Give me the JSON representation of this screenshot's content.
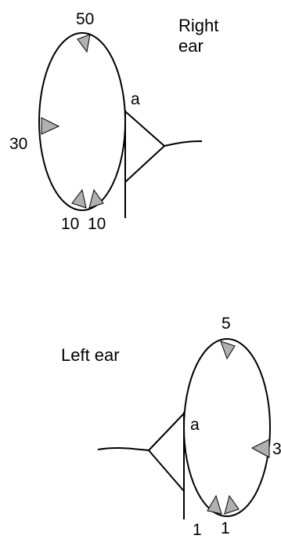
{
  "right_ear": {
    "title": "Right ear",
    "label_top": "50",
    "label_left": "30",
    "label_bottom_left": "10",
    "label_bottom_right": "10",
    "label_branch": "a"
  },
  "left_ear": {
    "title": "Left ear",
    "label_top": "5",
    "label_right": "3",
    "label_bottom_left": "1",
    "label_bottom_right": "1",
    "label_branch": "a"
  },
  "colors": {
    "stroke": "#000000",
    "marker_fill": "#b0b0b0",
    "background": "#ffffff"
  }
}
